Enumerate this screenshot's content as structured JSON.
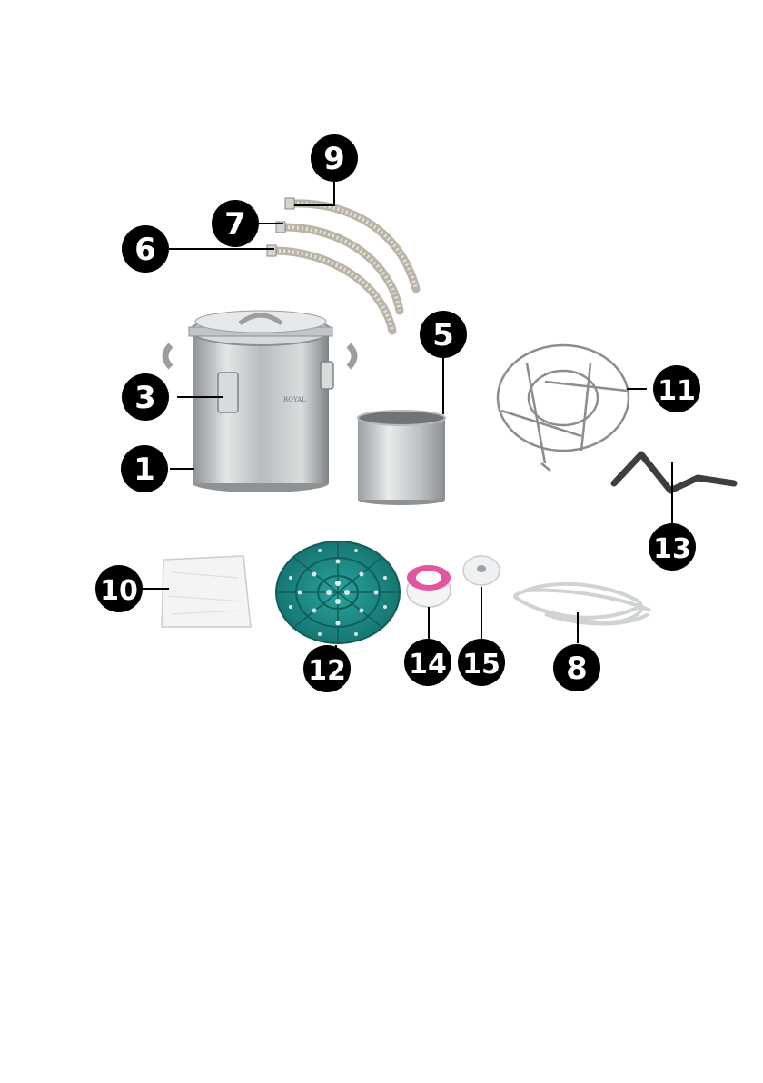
{
  "parts": [
    {
      "number": "1",
      "icon": "stockpot-icon"
    },
    {
      "number": "3",
      "icon": "clamp-latch-icon"
    },
    {
      "number": "5",
      "icon": "inner-cup-icon"
    },
    {
      "number": "6",
      "icon": "hose-icon"
    },
    {
      "number": "7",
      "icon": "hose-icon"
    },
    {
      "number": "8",
      "icon": "silicone-tube-icon"
    },
    {
      "number": "9",
      "icon": "hose-icon"
    },
    {
      "number": "10",
      "icon": "filter-bag-icon"
    },
    {
      "number": "11",
      "icon": "wire-rack-icon"
    },
    {
      "number": "12",
      "icon": "perforated-plate-icon"
    },
    {
      "number": "13",
      "icon": "hook-icon"
    },
    {
      "number": "14",
      "icon": "ptfe-tape-icon"
    },
    {
      "number": "15",
      "icon": "seal-ring-icon"
    }
  ],
  "pot_brand": "ROYAL",
  "colors": {
    "badge": "#000000",
    "badge_text": "#ffffff",
    "steel": "#c9ccce",
    "plate": "#1f8a86",
    "tape_pink": "#e1569f"
  }
}
